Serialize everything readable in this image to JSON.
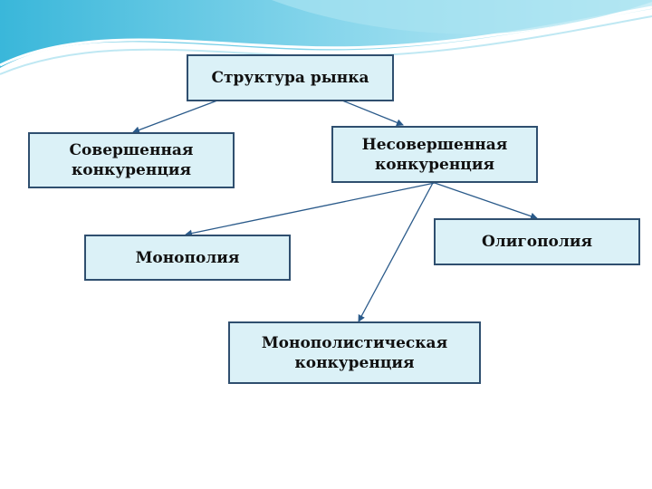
{
  "diagram": {
    "nodes": {
      "root": {
        "lines": [
          "Структура рынка"
        ]
      },
      "perfect": {
        "lines": [
          "Совершенная",
          "конкуренция"
        ]
      },
      "imperfect": {
        "lines": [
          "Несовершенная",
          "конкуренция"
        ]
      },
      "monopoly": {
        "lines": [
          "Монополия"
        ]
      },
      "oligopoly": {
        "lines": [
          "Олигополия"
        ]
      },
      "monopolistic": {
        "lines": [
          "Монополистическая",
          "конкуренция"
        ]
      }
    },
    "edges": [
      {
        "from": "root",
        "to": "perfect"
      },
      {
        "from": "root",
        "to": "imperfect"
      },
      {
        "from": "imperfect",
        "to": "monopoly"
      },
      {
        "from": "imperfect",
        "to": "oligopoly"
      },
      {
        "from": "imperfect",
        "to": "monopolistic"
      }
    ],
    "colors": {
      "box_fill": "#dbf1f7",
      "box_border": "#2f4f6f",
      "arrow": "#2a5a8a",
      "wave": "#5fc3e0"
    }
  }
}
